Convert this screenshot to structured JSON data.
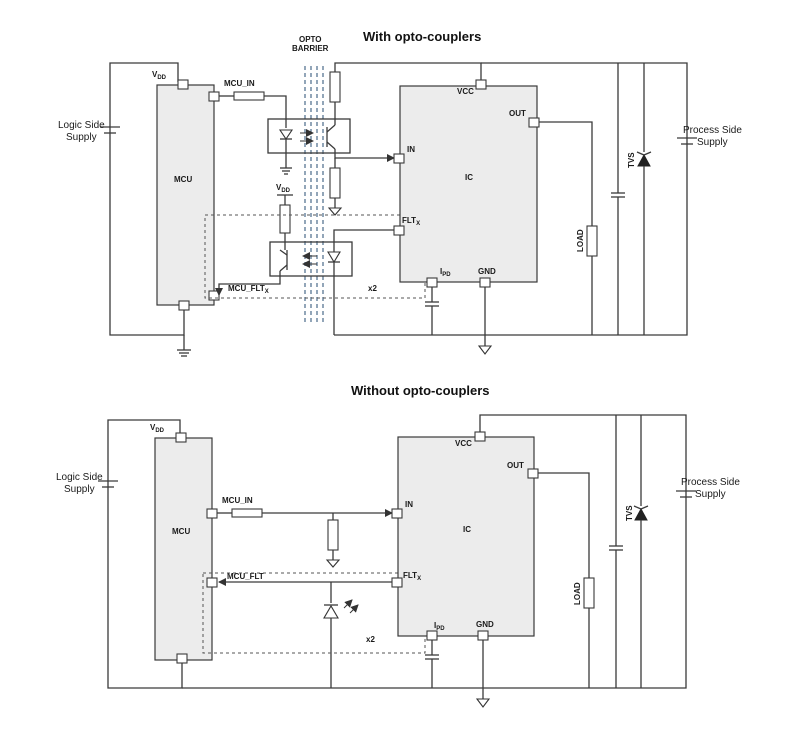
{
  "top": {
    "title": "With opto-couplers",
    "barrier_line1": "OPTO",
    "barrier_line2": "BARRIER",
    "logic_supply_line1": "Logic Side",
    "logic_supply_line2": "Supply",
    "process_supply_line1": "Process Side",
    "process_supply_line2": "Supply",
    "vdd_label": "V",
    "vdd_sub": "DD",
    "mcu_label": "MCU",
    "ic_label": "IC",
    "vcc_label": "VCC",
    "out_label": "OUT",
    "in_label": "IN",
    "flt_label": "FLT",
    "flt_sub": "X",
    "ipd_label": "I",
    "ipd_sub": "PD",
    "gnd_label": "GND",
    "mcu_in_label": "MCU_IN",
    "mcu_flt_label": "MCU_FLT",
    "mcu_flt_sub": "X",
    "opto_vdd_label": "V",
    "opto_vdd_sub": "DD",
    "x2_label": "x2",
    "load_label": "LOAD",
    "tvs_label": "TVS"
  },
  "bottom": {
    "title": "Without opto-couplers",
    "logic_supply_line1": "Logic Side",
    "logic_supply_line2": "Supply",
    "process_supply_line1": "Process Side",
    "process_supply_line2": "Supply",
    "vdd_label": "V",
    "vdd_sub": "DD",
    "mcu_label": "MCU",
    "ic_label": "IC",
    "vcc_label": "VCC",
    "out_label": "OUT",
    "in_label": "IN",
    "flt_label": "FLT",
    "flt_sub": "X",
    "ipd_label": "I",
    "ipd_sub": "PD",
    "gnd_label": "GND",
    "mcu_in_label": "MCU_IN",
    "mcu_flt_label": "MCU_FLT",
    "x2_label": "x2",
    "load_label": "LOAD",
    "tvs_label": "TVS"
  }
}
